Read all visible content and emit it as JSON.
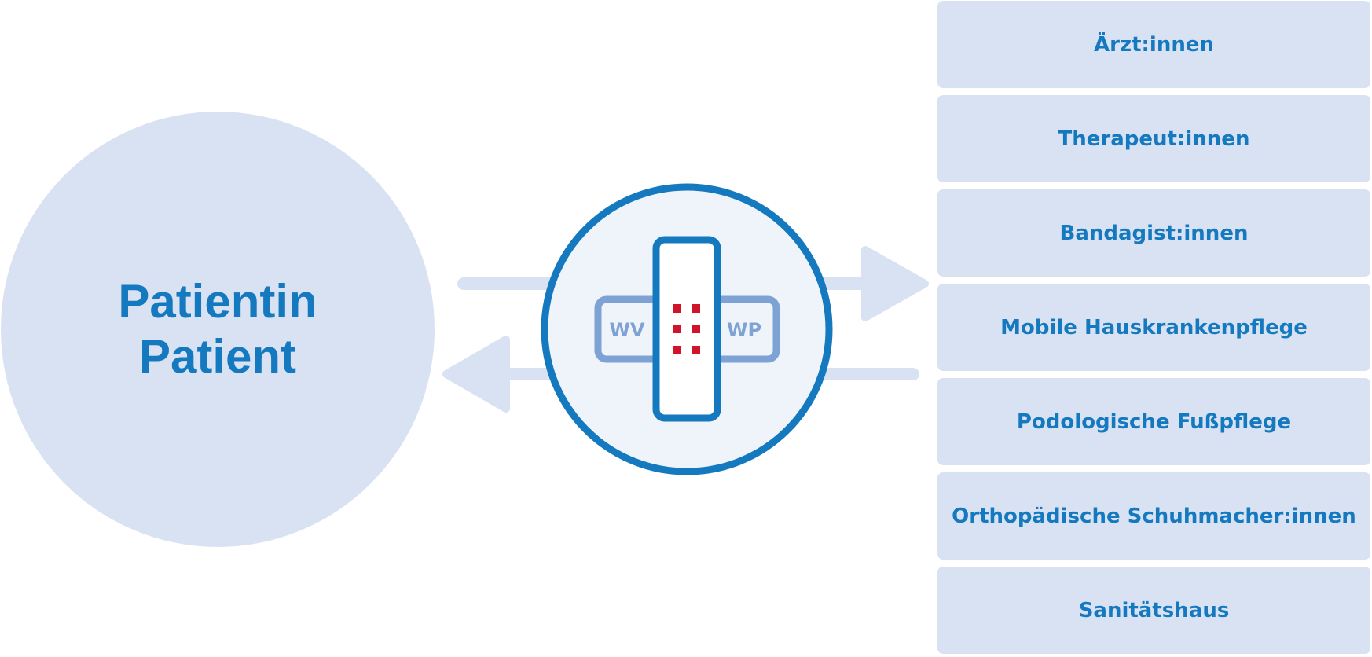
{
  "patient": {
    "line1": "Patientin",
    "line2": "Patient"
  },
  "center_icon": {
    "left_label": "WV",
    "right_label": "WP",
    "icon": "bandage-icon"
  },
  "providers": [
    {
      "label": "Ärzt:innen"
    },
    {
      "label": "Therapeut:innen"
    },
    {
      "label": "Bandagist:innen"
    },
    {
      "label": "Mobile Hauskrankenpflege"
    },
    {
      "label": "Podologische Fußpflege"
    },
    {
      "label": "Orthopädische Schuhmacher:innen"
    },
    {
      "label": "Sanitätshaus"
    }
  ],
  "colors": {
    "primary_blue": "#1479be",
    "light_fill": "#d9e2f3",
    "circle_fill": "#eff4fb",
    "badge_blue": "#7fa2d5",
    "dot_red": "#d0152a"
  }
}
